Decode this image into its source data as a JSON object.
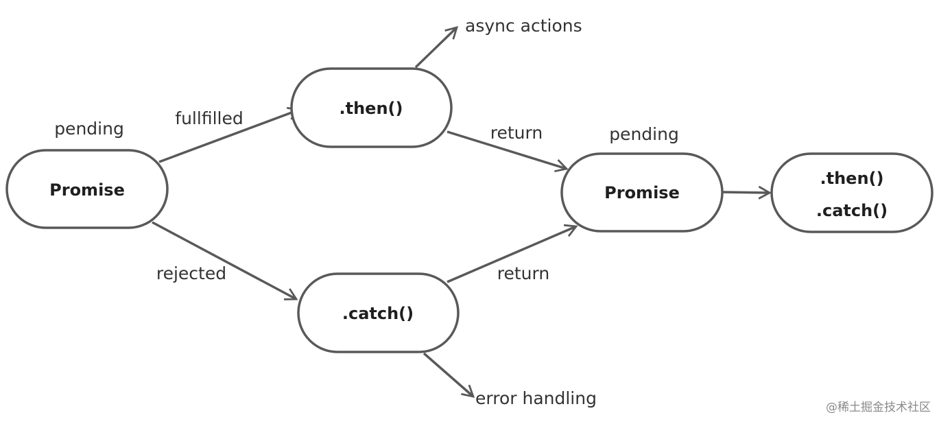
{
  "nodes": {
    "promise_left": "Promise",
    "then": ".then()",
    "catch": ".catch()",
    "promise_right": "Promise",
    "final_then": ".then()",
    "final_catch": ".catch()"
  },
  "labels": {
    "pending_left": "pending",
    "pending_right": "pending",
    "fulfilled": "fullfilled",
    "rejected": "rejected",
    "return_top": "return",
    "return_bottom": "return",
    "async_actions": "async actions",
    "error_handling": "error handling"
  },
  "watermark": "@稀土掘金技术社区",
  "colors": {
    "stroke": "#595959",
    "text": "#1f1f1f"
  }
}
